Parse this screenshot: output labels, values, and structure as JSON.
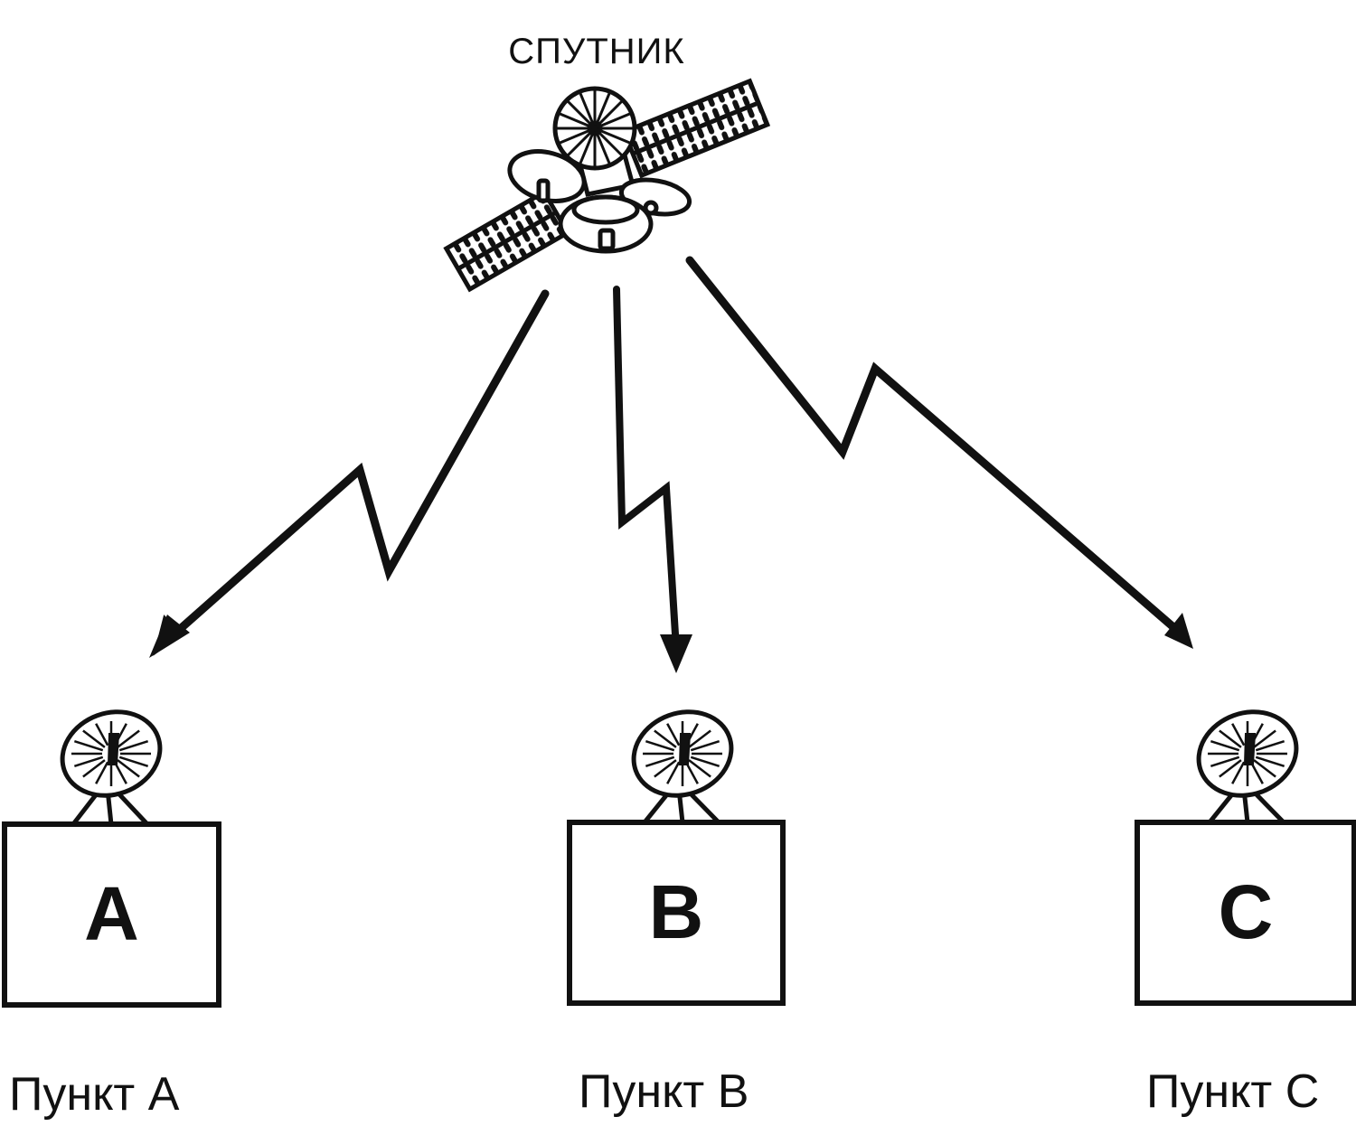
{
  "diagram": {
    "satellite": {
      "label": "СПУТНИК",
      "icon": "satellite-icon"
    },
    "links": [
      {
        "from": "satellite",
        "to": "A",
        "kind": "lightning-arrow"
      },
      {
        "from": "satellite",
        "to": "B",
        "kind": "lightning-arrow"
      },
      {
        "from": "satellite",
        "to": "C",
        "kind": "lightning-arrow"
      }
    ],
    "stations": [
      {
        "id": "A",
        "box_letter": "A",
        "caption": "Пункт А",
        "icon": "satellite-dish-icon"
      },
      {
        "id": "B",
        "box_letter": "B",
        "caption": "Пункт В",
        "icon": "satellite-dish-icon"
      },
      {
        "id": "C",
        "box_letter": "C",
        "caption": "Пункт С",
        "icon": "satellite-dish-icon"
      }
    ],
    "colors": {
      "ink": "#111111",
      "background": "#ffffff"
    }
  }
}
